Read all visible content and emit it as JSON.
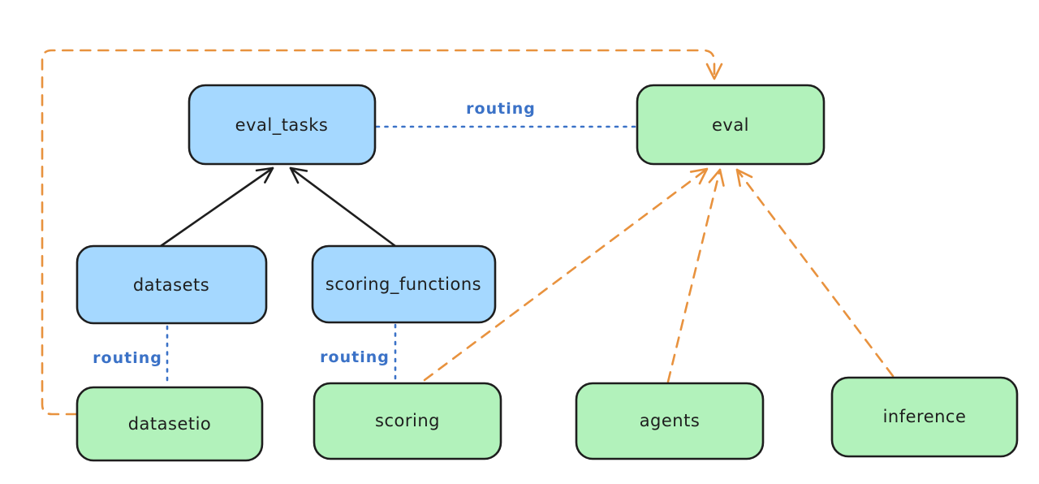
{
  "diagram": {
    "kind": "architecture-diagram",
    "style": "hand-drawn",
    "nodes": [
      {
        "id": "eval_tasks",
        "label": "eval_tasks",
        "fill": "blue"
      },
      {
        "id": "eval",
        "label": "eval",
        "fill": "green"
      },
      {
        "id": "datasets",
        "label": "datasets",
        "fill": "blue"
      },
      {
        "id": "scoring_functions",
        "label": "scoring_functions",
        "fill": "blue"
      },
      {
        "id": "datasetio",
        "label": "datasetio",
        "fill": "green"
      },
      {
        "id": "scoring",
        "label": "scoring",
        "fill": "green"
      },
      {
        "id": "agents",
        "label": "agents",
        "fill": "green"
      },
      {
        "id": "inference",
        "label": "inference",
        "fill": "green"
      }
    ],
    "edges": [
      {
        "from": "datasets",
        "to": "eval_tasks",
        "style": "solid",
        "color": "black"
      },
      {
        "from": "scoring_functions",
        "to": "eval_tasks",
        "style": "solid",
        "color": "black"
      },
      {
        "from": "eval_tasks",
        "to": "eval",
        "style": "dotted",
        "color": "blue",
        "label": "routing"
      },
      {
        "from": "datasets",
        "to": "datasetio",
        "style": "dotted",
        "color": "blue",
        "label": "routing"
      },
      {
        "from": "scoring_functions",
        "to": "scoring",
        "style": "dotted",
        "color": "blue",
        "label": "routing"
      },
      {
        "from": "datasetio",
        "to": "eval",
        "style": "dashed",
        "color": "orange"
      },
      {
        "from": "scoring",
        "to": "eval",
        "style": "dashed",
        "color": "orange"
      },
      {
        "from": "agents",
        "to": "eval",
        "style": "dashed",
        "color": "orange"
      },
      {
        "from": "inference",
        "to": "eval",
        "style": "dashed",
        "color": "orange"
      }
    ],
    "colors": {
      "blue_fill": "#a5d8ff",
      "green_fill": "#b2f2bb",
      "stroke": "#1e1e1e",
      "routing_blue": "#3b72c7",
      "orange": "#e8923e",
      "background": "#ffffff"
    }
  }
}
